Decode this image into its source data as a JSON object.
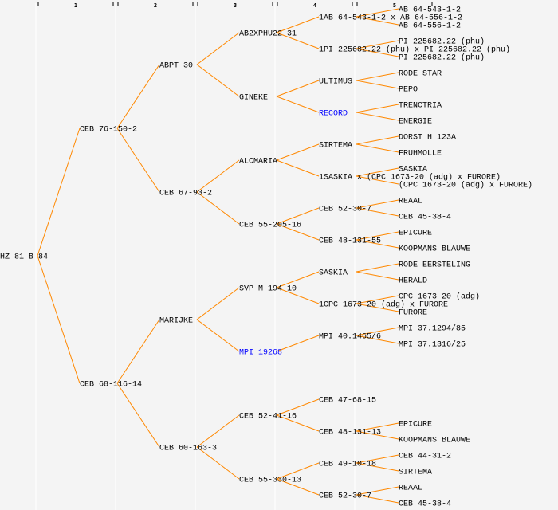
{
  "generation_headers": [
    "1",
    "2",
    "3",
    "4",
    "5"
  ],
  "colors": {
    "edge": "#ff8800",
    "text": "#000000",
    "highlight": "#0000ff",
    "background": "#f4f4f4",
    "column_line": "#ffffff"
  },
  "pedigree": {
    "name": "HZ 81 B 84",
    "parents": [
      {
        "name": "CEB 76-150-2",
        "parents": [
          {
            "name": "ABPT 30",
            "parents": [
              {
                "name": "AB2XPHU22-31",
                "parents": [
                  {
                    "name": "1AB 64-543-1-2 x AB 64-556-1-2",
                    "parents": [
                      {
                        "name": "AB 64-543-1-2"
                      },
                      {
                        "name": "AB 64-556-1-2"
                      }
                    ]
                  },
                  {
                    "name": "1PI 225682.22 (phu) x PI 225682.22 (phu)",
                    "parents": [
                      {
                        "name": "PI 225682.22 (phu)"
                      },
                      {
                        "name": "PI 225682.22 (phu)"
                      }
                    ]
                  }
                ]
              },
              {
                "name": "GINEKE",
                "parents": [
                  {
                    "name": "ULTIMUS",
                    "parents": [
                      {
                        "name": "RODE STAR"
                      },
                      {
                        "name": "PEPO"
                      }
                    ]
                  },
                  {
                    "name": "RECORD",
                    "highlight": true,
                    "parents": [
                      {
                        "name": "TRENCTRIA"
                      },
                      {
                        "name": "ENERGIE"
                      }
                    ]
                  }
                ]
              }
            ]
          },
          {
            "name": "CEB 67-93-2",
            "parents": [
              {
                "name": "ALCMARIA",
                "parents": [
                  {
                    "name": "SIRTEMA",
                    "parents": [
                      {
                        "name": "DORST H 123A"
                      },
                      {
                        "name": "FRUHMOLLE"
                      }
                    ]
                  },
                  {
                    "name": "1SASKIA x (CPC 1673-20 (adg) x FURORE)",
                    "parents": [
                      {
                        "name": "SASKIA"
                      },
                      {
                        "name": "(CPC 1673-20 (adg) x FURORE)"
                      }
                    ]
                  }
                ]
              },
              {
                "name": "CEB 55-205-16",
                "parents": [
                  {
                    "name": "CEB 52-30-7",
                    "parents": [
                      {
                        "name": "REAAL"
                      },
                      {
                        "name": "CEB 45-38-4"
                      }
                    ]
                  },
                  {
                    "name": "CEB 48-131-55",
                    "parents": [
                      {
                        "name": "EPICURE"
                      },
                      {
                        "name": "KOOPMANS BLAUWE"
                      }
                    ]
                  }
                ]
              }
            ]
          }
        ]
      },
      {
        "name": "CEB 68-116-14",
        "parents": [
          {
            "name": "MARIJKE",
            "parents": [
              {
                "name": "SVP M 194-10",
                "parents": [
                  {
                    "name": "SASKIA",
                    "parents": [
                      {
                        "name": "RODE EERSTELING"
                      },
                      {
                        "name": "HERALD"
                      }
                    ]
                  },
                  {
                    "name": "1CPC 1673-20 (adg) x FURORE",
                    "parents": [
                      {
                        "name": "CPC 1673-20 (adg)"
                      },
                      {
                        "name": "FURORE"
                      }
                    ]
                  }
                ]
              },
              {
                "name": "MPI 19268",
                "highlight": true,
                "parents": [
                  {
                    "name": "MPI 40.1465/6",
                    "parents": [
                      {
                        "name": "MPI 37.1294/85"
                      },
                      {
                        "name": "MPI 37.1316/25"
                      }
                    ]
                  },
                  null
                ]
              }
            ]
          },
          {
            "name": "CEB 60-163-3",
            "parents": [
              {
                "name": "CEB 52-41-16",
                "parents": [
                  {
                    "name": "CEB 47-68-15"
                  },
                  {
                    "name": "CEB 48-131-13",
                    "parents": [
                      {
                        "name": "EPICURE"
                      },
                      {
                        "name": "KOOPMANS BLAUWE"
                      }
                    ]
                  }
                ]
              },
              {
                "name": "CEB 55-330-13",
                "parents": [
                  {
                    "name": "CEB 49-10-18",
                    "parents": [
                      {
                        "name": "CEB 44-31-2"
                      },
                      {
                        "name": "SIRTEMA"
                      }
                    ]
                  },
                  {
                    "name": "CEB 52-30-7",
                    "parents": [
                      {
                        "name": "REAAL"
                      },
                      {
                        "name": "CEB 45-38-4"
                      }
                    ]
                  }
                ]
              }
            ]
          }
        ]
      }
    ]
  }
}
